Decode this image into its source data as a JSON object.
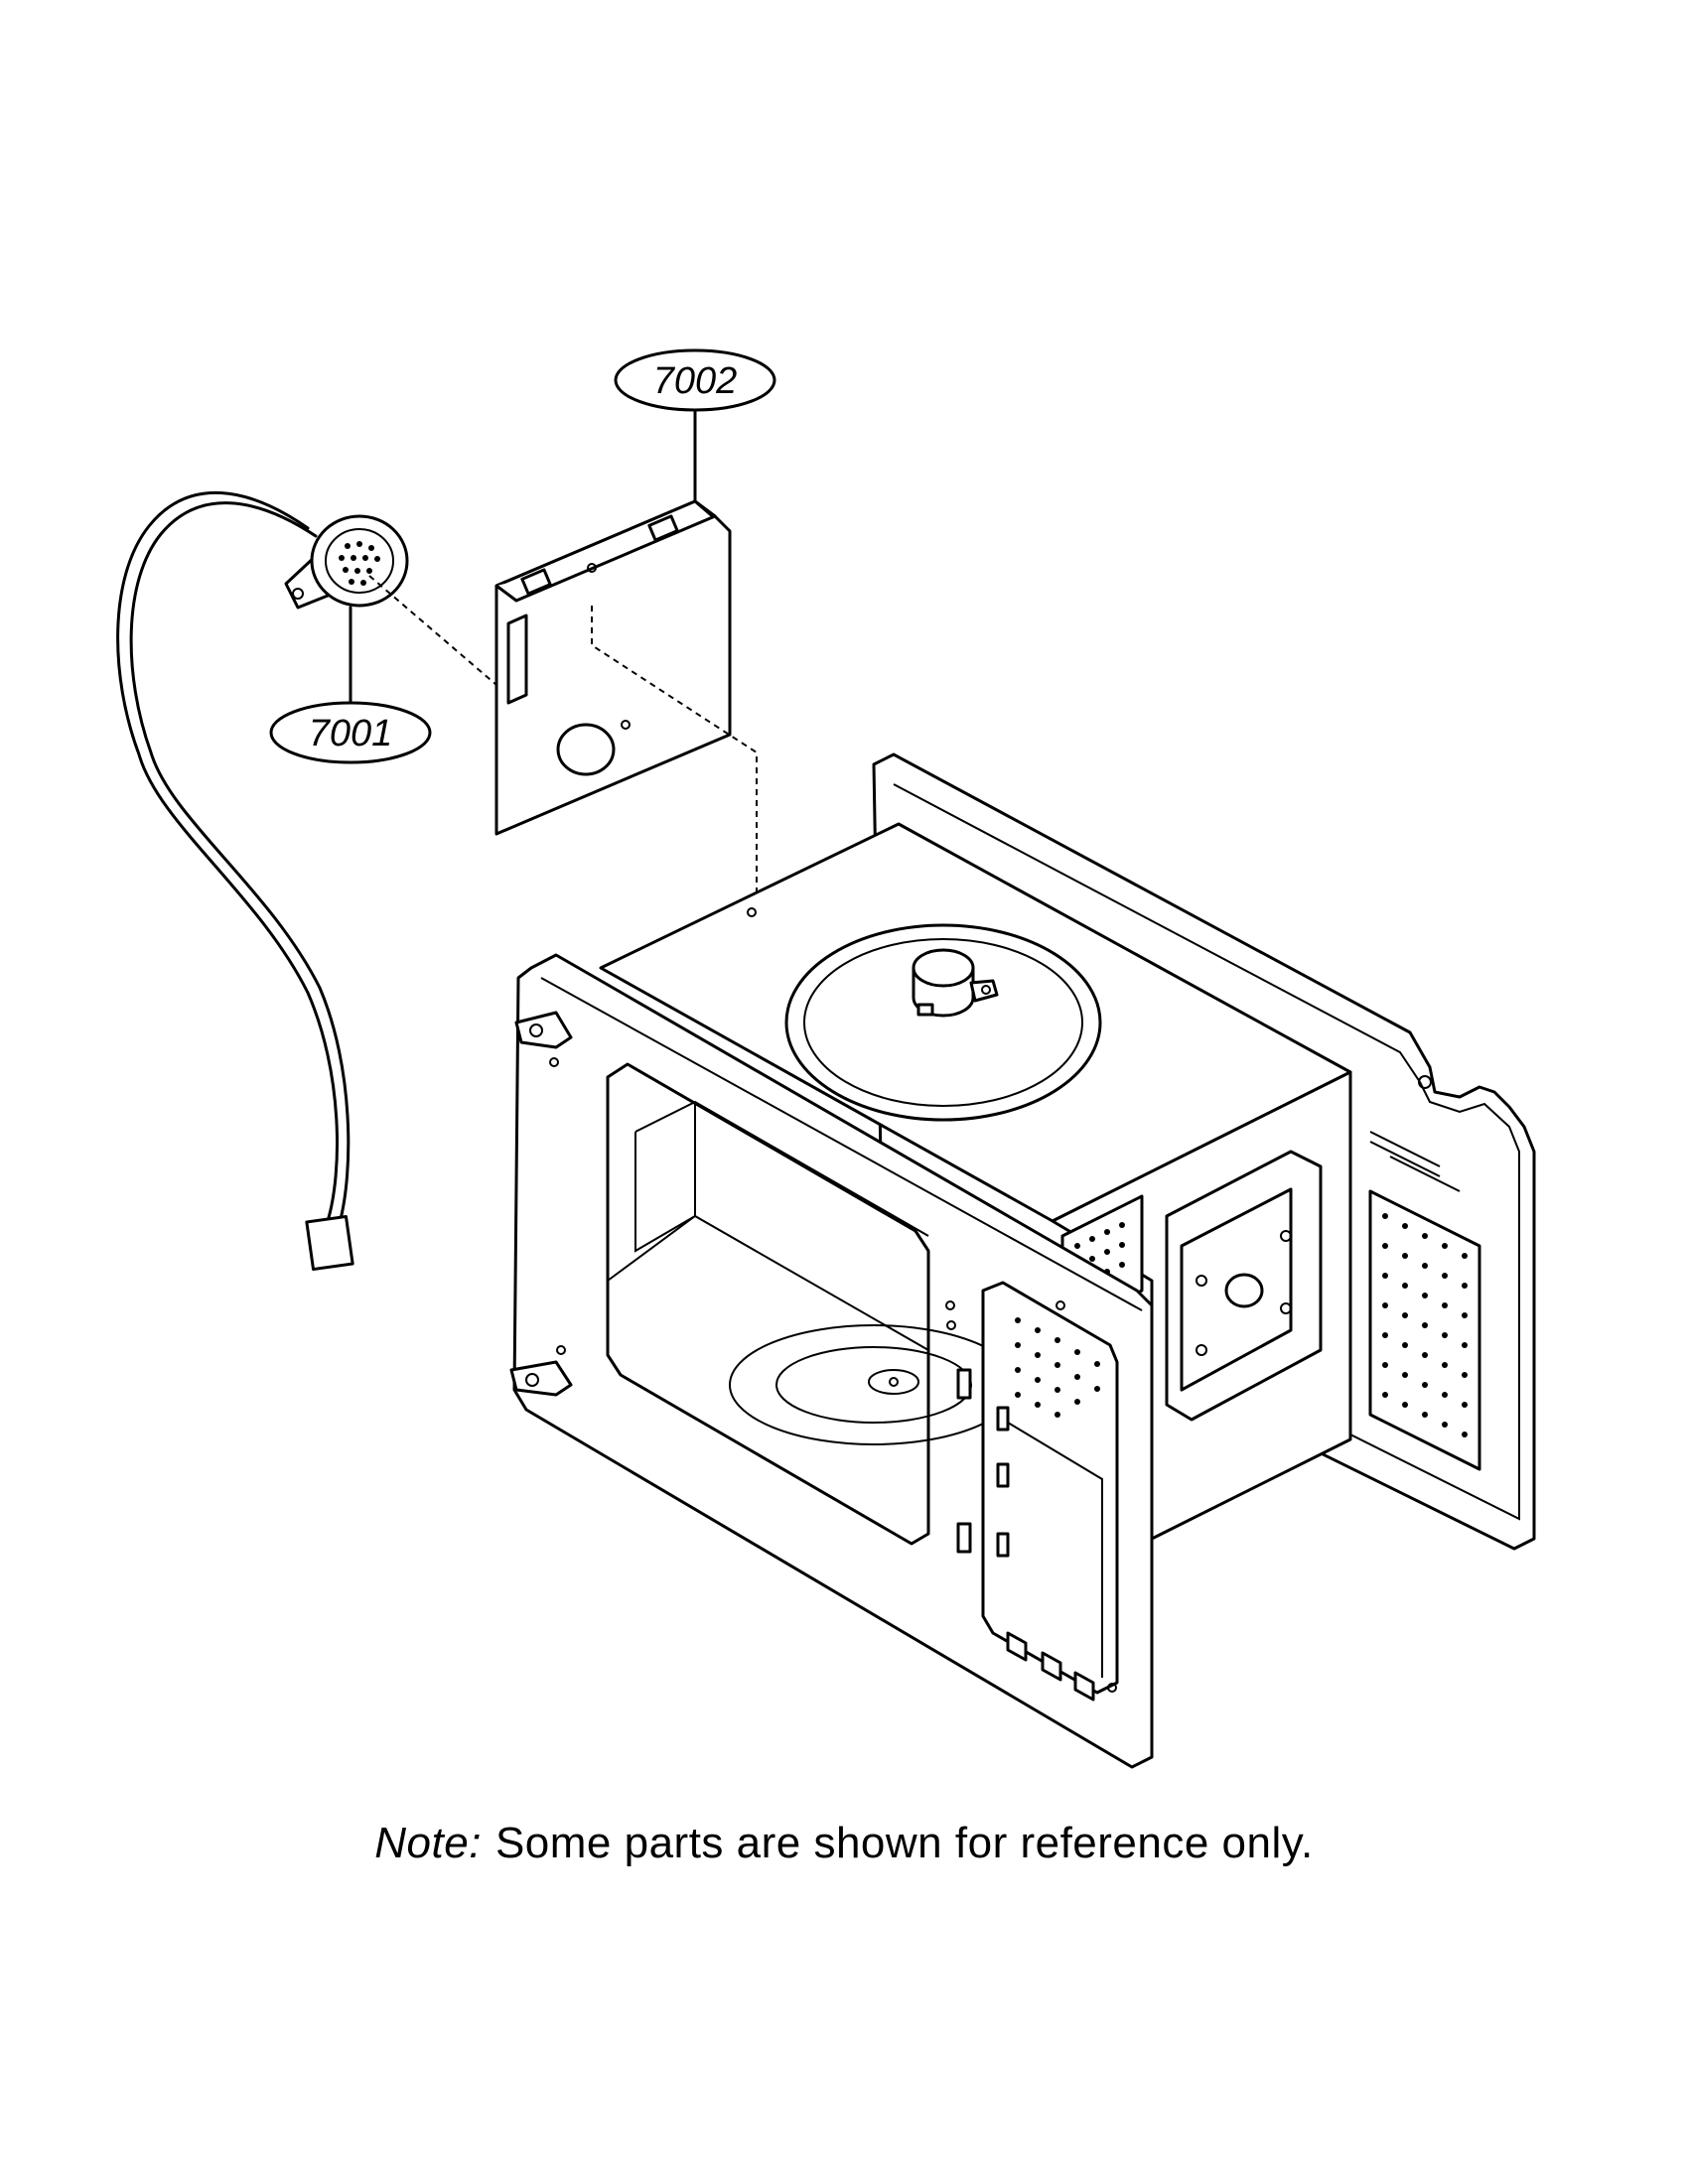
{
  "callouts": [
    {
      "id": "7002",
      "part": "part-7002"
    },
    {
      "id": "7001",
      "part": "part-7001"
    }
  ],
  "note": {
    "lead": "Note:",
    "text": "Some parts are shown for reference only."
  }
}
